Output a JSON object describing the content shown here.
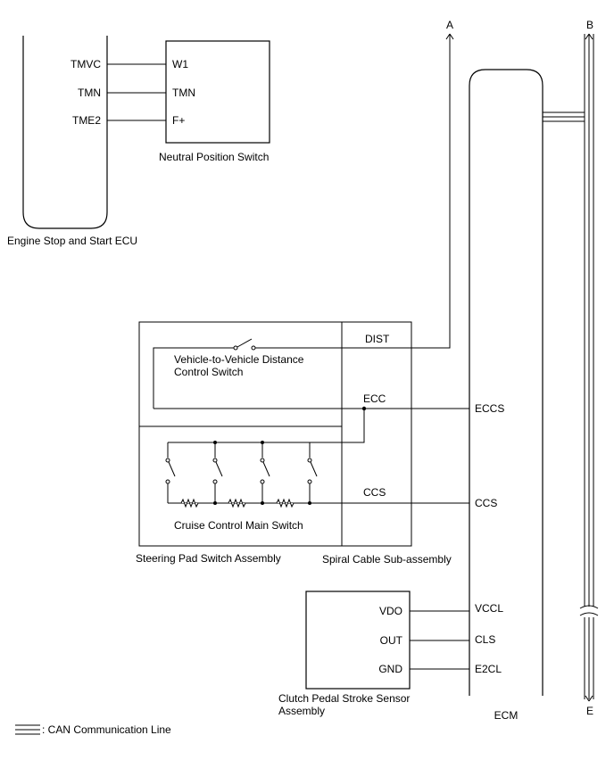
{
  "components": {
    "engine_stop_start_ecu": {
      "label": "Engine Stop and Start ECU",
      "pins": [
        "TMVC",
        "TMN",
        "TME2"
      ]
    },
    "neutral_position_switch": {
      "label": "Neutral Position Switch",
      "pins": [
        "W1",
        "TMN",
        "F+"
      ]
    },
    "ecm": {
      "label": "ECM",
      "pins": [
        "ECCS",
        "CCS",
        "VCCL",
        "CLS",
        "E2CL"
      ]
    },
    "steering_pad_switch_assembly": {
      "label": "Steering Pad Switch Assembly"
    },
    "spiral_cable_sub_assembly": {
      "label": "Spiral Cable Sub-assembly",
      "pins": [
        "DIST",
        "ECC",
        "CCS"
      ]
    },
    "distance_switch": {
      "label_line1": "Vehicle-to-Vehicle Distance",
      "label_line2": "Control Switch"
    },
    "cruise_control_main_switch": {
      "label": "Cruise Control Main Switch"
    },
    "clutch_pedal_stroke_sensor": {
      "label_line1": "Clutch Pedal Stroke Sensor",
      "label_line2": "Assembly",
      "pins": [
        "VDO",
        "OUT",
        "GND"
      ]
    }
  },
  "connectors": {
    "a": "A",
    "b": "B",
    "e": "E"
  },
  "legend": {
    "text": ": CAN Communication Line"
  }
}
